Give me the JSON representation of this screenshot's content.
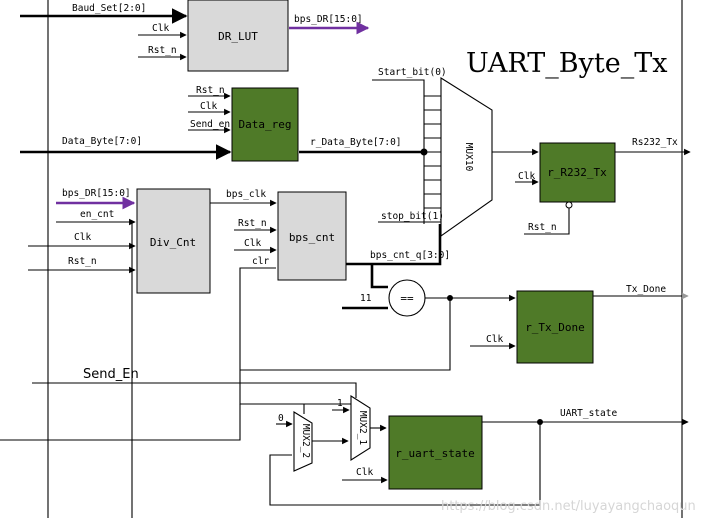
{
  "module_title": "UART_Byte_Tx",
  "watermark": "https://blog.csdn.net/luyayangchaoqun",
  "blocks": {
    "dr_lut": "DR_LUT",
    "data_reg": "Data_reg",
    "div_cnt": "Div_Cnt",
    "bps_cnt": "bps_cnt",
    "r_r232_tx": "r_R232_Tx",
    "r_tx_done": "r_Tx_Done",
    "r_uart_state": "r_uart_state",
    "mux10": "MUX10",
    "mux2_2": "MUX2_2",
    "mux2_1": "MUX2_1",
    "comparator": "=="
  },
  "signals": {
    "baud_set": "Baud_Set[2:0]",
    "dr_clk": "Clk",
    "dr_rst": "Rst_n",
    "bps_dr_out": "bps_DR[15:0]",
    "dreg_rst": "Rst_n",
    "dreg_clk": "Clk",
    "dreg_send_en": "Send_en",
    "data_byte": "Data_Byte[7:0]",
    "r_data_byte": "r_Data_Byte[7:0]",
    "start_bit": "Start_bit(0)",
    "stop_bit": "stop_bit(1)",
    "rs232_tx": "Rs232_Tx",
    "rtx_clk": "Clk",
    "rtx_rst": "Rst_n",
    "bps_dr_in": "bps_DR[15:0]",
    "en_cnt": "en_cnt",
    "div_clk": "Clk",
    "div_rst": "Rst_n",
    "bps_clk": "bps_clk",
    "bc_rst": "Rst_n",
    "bc_clk": "Clk",
    "bc_clr": "clr",
    "bps_cnt_q": "bps_cnt_q[3:0]",
    "const_11": "11",
    "tx_done": "Tx_Done",
    "done_clk": "Clk",
    "send_en": "Send_En",
    "const_0": "0",
    "const_1": "1",
    "us_clk": "Clk",
    "uart_state": "UART_state"
  },
  "colors": {
    "register_fill": "#4f7a28",
    "logic_fill": "#d9d9d9",
    "bus_highlight": "#7030a0"
  }
}
